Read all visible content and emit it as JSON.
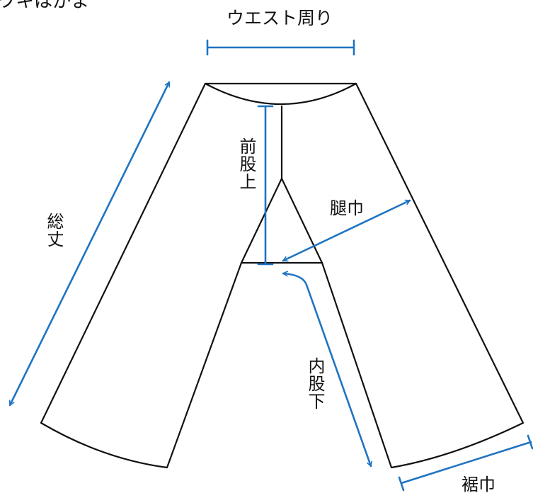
{
  "header": {
    "title_fragment": "ワキはかま"
  },
  "labels": {
    "waist": "ウエスト周り",
    "front_rise": "前股上",
    "total_length": "総丈",
    "thigh_width": "腿巾",
    "inseam": "内股下",
    "hem_width": "裾巾"
  },
  "colors": {
    "measure_line": "#1f74c2",
    "outline": "#111111"
  }
}
